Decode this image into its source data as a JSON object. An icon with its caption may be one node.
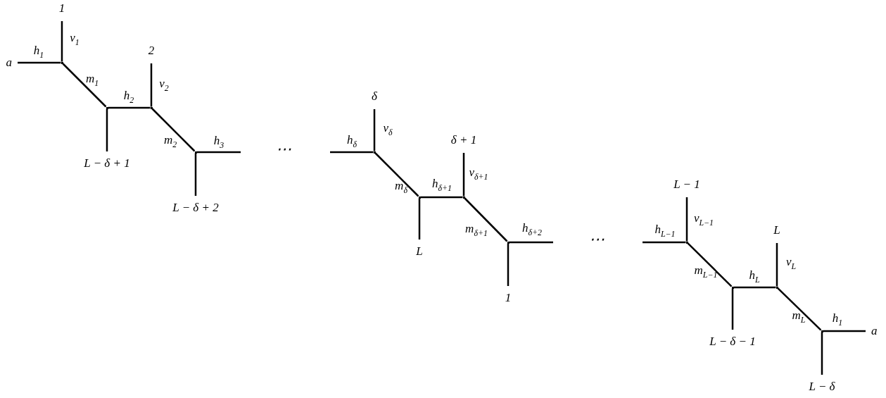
{
  "diagram": {
    "nodes": [
      {
        "text": [
          "1"
        ]
      },
      {
        "text": [
          "a"
        ]
      },
      {
        "text": [],
        "shape": "point"
      },
      {
        "text": [],
        "shape": "point"
      },
      {
        "text": [
          "L − δ + 1"
        ]
      },
      {
        "text": [
          "2"
        ]
      },
      {
        "text": [],
        "shape": "point"
      },
      {
        "text": [],
        "shape": "point"
      },
      {
        "text": [
          "L − δ + 2"
        ]
      },
      {
        "text": [
          "δ"
        ]
      },
      {
        "text": [],
        "shape": "point"
      },
      {
        "text": [],
        "shape": "point"
      },
      {
        "text": [
          "L"
        ]
      },
      {
        "text": [
          "δ + 1"
        ]
      },
      {
        "text": [],
        "shape": "point"
      },
      {
        "text": [],
        "shape": "point"
      },
      {
        "text": [
          "1"
        ]
      },
      {
        "text": [
          "L − 1"
        ]
      },
      {
        "text": [],
        "shape": "point"
      },
      {
        "text": [],
        "shape": "point"
      },
      {
        "text": [
          "L − δ − 1"
        ]
      },
      {
        "text": [
          "L"
        ]
      },
      {
        "text": [],
        "shape": "point"
      },
      {
        "text": [],
        "shape": "point"
      },
      {
        "text": [
          "a"
        ]
      },
      {
        "text": [
          "L − δ"
        ]
      }
    ],
    "edges": [
      {
        "from": 2,
        "to": 1,
        "arrow": "none",
        "label": "h$_{1}$"
      },
      {
        "from": 2,
        "to": 0,
        "arrow": "none",
        "label": "v$_{1}$"
      },
      {
        "from": 2,
        "to": 3,
        "arrow": "none",
        "label": "m$_{1}$"
      },
      {
        "from": 3,
        "to": 4,
        "arrow": "none"
      },
      {
        "from": 3,
        "to": 6,
        "arrow": "none",
        "label": "h$_{2}$"
      },
      {
        "from": 6,
        "to": 5,
        "arrow": "none",
        "label": "v$_{2}$"
      },
      {
        "from": 6,
        "to": 7,
        "arrow": "none",
        "label": "m$_{2}$"
      },
      {
        "from": 7,
        "to": null,
        "arrow": "none",
        "label": "h$_{3}$"
      },
      {
        "from": 7,
        "to": 8,
        "arrow": "none"
      },
      {
        "from": null,
        "to": 10,
        "arrow": "none",
        "label": "h$_{δ}$"
      },
      {
        "from": 10,
        "to": 9,
        "arrow": "none",
        "label": "v$_{δ}$"
      },
      {
        "from": 10,
        "to": 11,
        "arrow": "none",
        "label": "m$_{δ}$"
      },
      {
        "from": 11,
        "to": 12,
        "arrow": "none"
      },
      {
        "from": 11,
        "to": 14,
        "arrow": "none",
        "label": "h$_{δ+1}$"
      },
      {
        "from": 14,
        "to": 13,
        "arrow": "none",
        "label": "v$_{δ+1}$"
      },
      {
        "from": 14,
        "to": 15,
        "arrow": "none",
        "label": "m$_{δ+1}$"
      },
      {
        "from": 15,
        "to": null,
        "arrow": "none",
        "label": "h$_{δ+2}$"
      },
      {
        "from": 15,
        "to": 16,
        "arrow": "none"
      },
      {
        "from": null,
        "to": 18,
        "arrow": "none",
        "label": "h$_{L−1}$"
      },
      {
        "from": 18,
        "to": 17,
        "arrow": "none",
        "label": "v$_{L−1}$"
      },
      {
        "from": 18,
        "to": 19,
        "arrow": "none",
        "label": "m$_{L−1}$"
      },
      {
        "from": 19,
        "to": 20,
        "arrow": "none"
      },
      {
        "from": 19,
        "to": 22,
        "arrow": "none",
        "label": "h$_{L}$"
      },
      {
        "from": 22,
        "to": 21,
        "arrow": "none",
        "label": "v$_{L}$"
      },
      {
        "from": 22,
        "to": 23,
        "arrow": "none",
        "label": "m$_{L}$"
      },
      {
        "from": 23,
        "to": 24,
        "arrow": "none",
        "label": "h$_{1}$"
      },
      {
        "from": 23,
        "to": 25,
        "arrow": "none"
      }
    ],
    "labels": [
      "⋯",
      "⋯"
    ]
  }
}
